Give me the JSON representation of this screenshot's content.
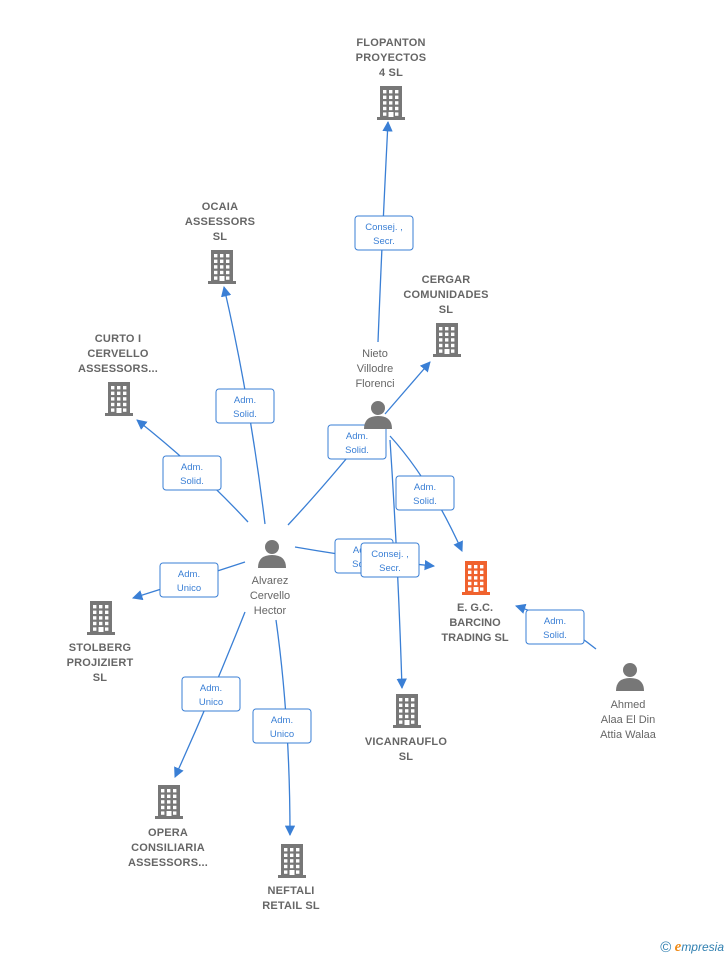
{
  "colors": {
    "edge": "#3a7fd5",
    "company": "#777777",
    "focus_company": "#f0622e",
    "person": "#777777",
    "label": "#666666"
  },
  "nodes": [
    {
      "id": "flopanton",
      "type": "company",
      "lines": [
        "FLOPANTON",
        "PROYECTOS",
        "4  SL"
      ]
    },
    {
      "id": "ocaia",
      "type": "company",
      "lines": [
        "OCAIA",
        "ASSESSORS",
        "SL"
      ]
    },
    {
      "id": "cergar",
      "type": "company",
      "lines": [
        "CERGAR",
        "COMUNIDADES",
        "SL"
      ]
    },
    {
      "id": "curto",
      "type": "company",
      "lines": [
        "CURTO I",
        "CERVELLO",
        "ASSESSORS..."
      ]
    },
    {
      "id": "nieto",
      "type": "person",
      "lines": [
        "Nieto",
        "Villodre",
        "Florenci"
      ]
    },
    {
      "id": "alvarez",
      "type": "person",
      "lines": [
        "Alvarez",
        "Cervello",
        "Hector"
      ]
    },
    {
      "id": "egc",
      "type": "focus",
      "lines": [
        "E. G.C.",
        "BARCINO",
        "TRADING  SL"
      ]
    },
    {
      "id": "stolberg",
      "type": "company",
      "lines": [
        "STOLBERG",
        "PROJIZIERT",
        "SL"
      ]
    },
    {
      "id": "ahmed",
      "type": "person",
      "lines": [
        "Ahmed",
        "Alaa El Din",
        "Attia Walaa"
      ]
    },
    {
      "id": "vicanrauflo",
      "type": "company",
      "lines": [
        "VICANRAUFLO",
        "SL"
      ]
    },
    {
      "id": "opera",
      "type": "company",
      "lines": [
        "OPERA",
        "CONSILIARIA",
        "ASSESSORS..."
      ]
    },
    {
      "id": "neftali",
      "type": "company",
      "lines": [
        "NEFTALI",
        "RETAIL  SL"
      ]
    }
  ],
  "edges": [
    {
      "from": "nieto",
      "to": "flopanton",
      "role": [
        "Consej. ,",
        "Secr."
      ]
    },
    {
      "from": "alvarez",
      "to": "ocaia",
      "role": [
        "Adm.",
        "Solid."
      ]
    },
    {
      "from": "alvarez",
      "to": "curto",
      "role": [
        "Adm.",
        "Solid."
      ]
    },
    {
      "from": "nieto",
      "to": "cergar",
      "role": []
    },
    {
      "from": "alvarez",
      "to": "cergar",
      "role": [
        "Adm.",
        "Solid."
      ]
    },
    {
      "from": "nieto",
      "to": "egc",
      "role": [
        "Adm.",
        "Solid."
      ]
    },
    {
      "from": "alvarez",
      "to": "egc",
      "role": [
        "Adm.",
        "Solid."
      ]
    },
    {
      "from": "nieto",
      "to": "vicanrauflo",
      "role": [
        "Consej. ,",
        "Secr."
      ]
    },
    {
      "from": "ahmed",
      "to": "egc",
      "role": [
        "Adm.",
        "Solid."
      ]
    },
    {
      "from": "alvarez",
      "to": "stolberg",
      "role": [
        "Adm.",
        "Unico"
      ]
    },
    {
      "from": "alvarez",
      "to": "opera",
      "role": [
        "Adm.",
        "Unico"
      ]
    },
    {
      "from": "alvarez",
      "to": "neftali",
      "role": [
        "Adm.",
        "Unico"
      ]
    }
  ],
  "footer": {
    "copyright_symbol": "©",
    "brand_initial": "e",
    "brand_rest": "mpresia"
  }
}
